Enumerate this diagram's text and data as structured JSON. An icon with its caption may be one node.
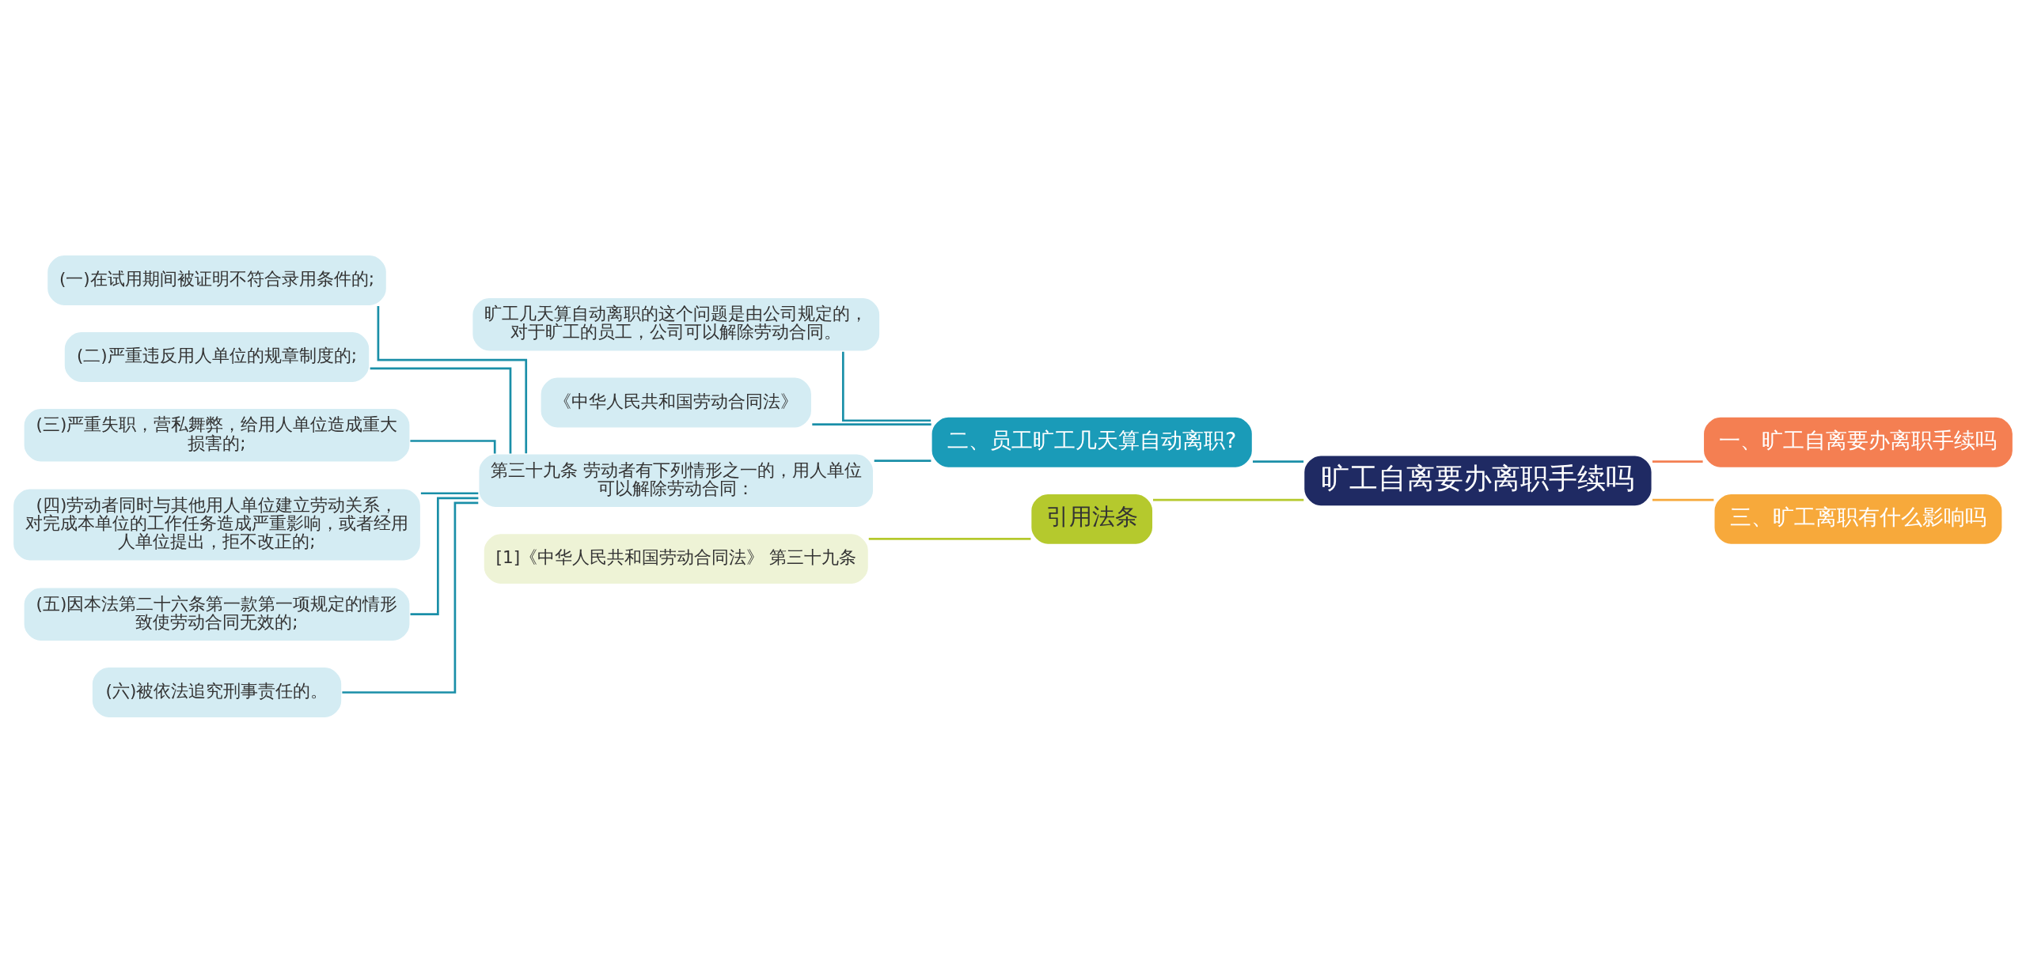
{
  "diagram": {
    "nodes": [
      {
        "text": [
          "旷工自离要办离职手续吗"
        ]
      },
      {
        "text": [
          "二、员工旷工几天算自动离职?"
        ]
      },
      {
        "text": [
          "旷工几天算自动离职的这个问题是由公司规定的，对于旷工的员工，公司可以解除劳动合同。"
        ]
      },
      {
        "text": [
          "《中华人民共和国劳动合同法》"
        ]
      },
      {
        "text": [
          "第三十九条 劳动者有下列情形之一的，用人单位可以解除劳动合同："
        ]
      },
      {
        "text": [
          "(一)在试用期间被证明不符合录用条件的;"
        ]
      },
      {
        "text": [
          "(二)严重违反用人单位的规章制度的;"
        ]
      },
      {
        "text": [
          "(三)严重失职，营私舞弊，给用人单位造成重大损害的;"
        ]
      },
      {
        "text": [
          "(四)劳动者同时与其他用人单位建立劳动关系，对完成本单位的工作任务造成严重影响，或者经用人单位提出，拒不改正的;"
        ]
      },
      {
        "text": [
          "(五)因本法第二十六条第一款第一项规定的情形致使劳动合同无效的;"
        ]
      },
      {
        "text": [
          "(六)被依法追究刑事责任的。"
        ]
      },
      {
        "text": [
          "引用法条"
        ]
      },
      {
        "text": [
          "[1]《中华人民共和国劳动合同法》 第三十九条"
        ]
      },
      {
        "text": [
          "一、旷工自离要办离职手续吗"
        ]
      },
      {
        "text": [
          "三、旷工离职有什么影响吗"
        ]
      }
    ],
    "edges": [
      {
        "from": 0,
        "to": 1,
        "arrow": "none"
      },
      {
        "from": 1,
        "to": 2,
        "arrow": "none"
      },
      {
        "from": 1,
        "to": 3,
        "arrow": "none"
      },
      {
        "from": 1,
        "to": 4,
        "arrow": "none"
      },
      {
        "from": 4,
        "to": 5,
        "arrow": "none"
      },
      {
        "from": 4,
        "to": 6,
        "arrow": "none"
      },
      {
        "from": 4,
        "to": 7,
        "arrow": "none"
      },
      {
        "from": 4,
        "to": 8,
        "arrow": "none"
      },
      {
        "from": 4,
        "to": 9,
        "arrow": "none"
      },
      {
        "from": 4,
        "to": 10,
        "arrow": "none"
      },
      {
        "from": 0,
        "to": 11,
        "arrow": "none",
        "color": "#b5c92d"
      },
      {
        "from": 11,
        "to": 12,
        "arrow": "none",
        "color": "#b5c92d"
      },
      {
        "from": 0,
        "to": 13,
        "arrow": "none",
        "color": "#f47f52"
      },
      {
        "from": 0,
        "to": 14,
        "arrow": "none",
        "color": "#f7a93b"
      }
    ]
  }
}
